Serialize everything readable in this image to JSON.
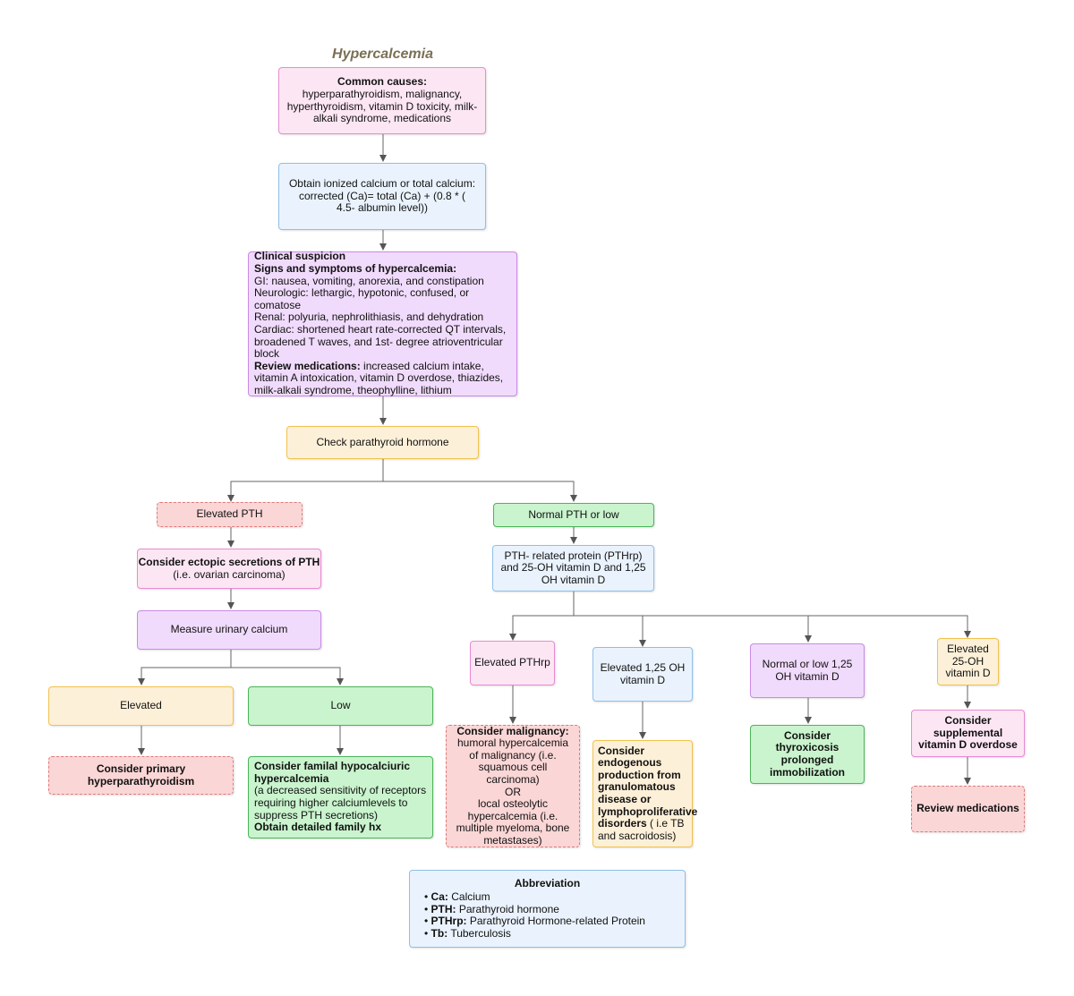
{
  "title": "Hypercalcemia",
  "colors": {
    "pink": "#fde6f4",
    "blue": "#eaf3fd",
    "purple": "#f1dbfc",
    "yellow": "#fdf0d8",
    "green": "#c9f4cd",
    "red": "#fbd6d6"
  },
  "nodes": {
    "common_causes": {
      "bold": "Common causes:",
      "text": " hyperparathyroidism, malignancy, hyperthyroidism, vitamin D toxicity, milk-alkali syndrome, medications"
    },
    "obtain_calcium": {
      "text": "Obtain ionized calcium or total calcium: corrected (Ca)= total (Ca) + (0.8 * ( 4.5- albumin level))"
    },
    "clinical": {
      "heading1": "Clinical suspicion",
      "heading2": "Signs and symptoms of hypercalcemia:",
      "gi": "GI: nausea, vomiting, anorexia, and constipation",
      "neuro": "Neurologic: lethargic, hypotonic, confused, or comatose",
      "renal": "Renal: polyuria, nephrolithiasis, and dehydration",
      "cardiac": "Cardiac: shortened heart rate-corrected QT intervals, broadened T waves, and 1st- degree atrioventricular block",
      "review_bold": "Review medications:",
      "review_text": " increased calcium intake, vitamin A intoxication, vitamin D overdose, thiazides, milk-alkali syndrome, theophylline, lithium"
    },
    "check_pth": {
      "text": "Check parathyroid hormone"
    },
    "elevated_pth": {
      "text": "Elevated PTH"
    },
    "normal_pth": {
      "text": "Normal PTH or low"
    },
    "ectopic": {
      "bold": "Consider ectopic secretions of PTH",
      "text": "(i.e. ovarian carcinoma)"
    },
    "urinary": {
      "text": "Measure urinary calcium"
    },
    "elevated": {
      "text": "Elevated"
    },
    "low": {
      "text": "Low"
    },
    "primary": {
      "text": "Consider primary hyperparathyroidism"
    },
    "familial": {
      "bold": "Consider familal hypocalciuric hypercalcemia",
      "text": "(a decreased sensitivity of receptors requiring higher calciumlevels to suppress PTH secretions)",
      "bold2": "Obtain detailed family hx"
    },
    "pthrp": {
      "text": "PTH- related protein (PTHrp) and 25-OH vitamin D and 1,25 OH vitamin D"
    },
    "elev_pthrp": {
      "text": "Elevated  PTHrp"
    },
    "elev_125": {
      "text": "Elevated 1,25 OH vitamin D"
    },
    "normal_125": {
      "text": "Normal or low 1,25 OH vitamin D"
    },
    "elev_25": {
      "text": "Elevated 25-OH vitamin D"
    },
    "malignancy": {
      "bold": "Consider malignancy:",
      "line1": "humoral hypercalcemia of malignancy (i.e. squamous cell carcinoma)",
      "or": "OR",
      "line2": "local  osteolytic hypercalcemia (i.e. multiple myeloma, bone metastases)"
    },
    "endogenous": {
      "bold": "Consider endogenous production from granulomatous disease or lymphoproliferative disorders",
      "text": " ( i.e TB and sacroidosis)"
    },
    "thyro": {
      "text": "Consider thyroxicosis prolonged immobilization"
    },
    "supplemental": {
      "text": "Consider supplemental vitamin D overdose"
    },
    "review_meds": {
      "text": "Review medications"
    }
  },
  "abbreviation": {
    "heading": "Abbreviation",
    "items": [
      {
        "abbr": "Ca:",
        "full": " Calcium"
      },
      {
        "abbr": "PTH:",
        "full": " Parathyroid hormone"
      },
      {
        "abbr": "PTHrp:",
        "full": " Parathyroid Hormone-related Protein"
      },
      {
        "abbr": "Tb:",
        "full": " Tuberculosis"
      }
    ]
  }
}
